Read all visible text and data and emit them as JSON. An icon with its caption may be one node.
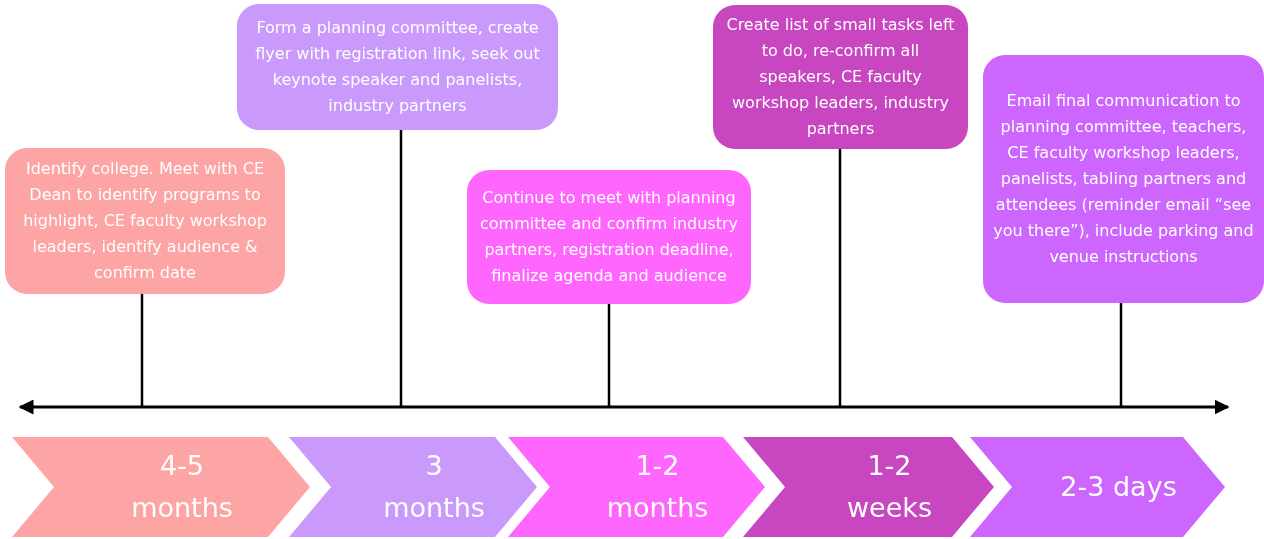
{
  "diagram": {
    "nodes": [
      {
        "text": [
          "Identify college. Meet with CE Dean to identify programs to highlight, CE faculty workshop leaders, identify audience & confirm date"
        ]
      },
      {
        "text": [
          "Form a planning committee, create flyer with registration link, seek out keynote speaker and panelists, industry partners"
        ]
      },
      {
        "text": [
          "Continue to meet with planning committee and confirm industry partners, registration deadline, finalize agenda and audience"
        ]
      },
      {
        "text": [
          "Create list of small tasks left to do, re-confirm all speakers, CE faculty workshop leaders, industry partners"
        ]
      },
      {
        "text": [
          "Email final communication to planning committee, teachers, CE faculty workshop leaders, panelists, tabling partners and attendees (reminder email “see you there”), include parking and venue instructions"
        ]
      },
      {
        "text": [
          "4-5 months"
        ]
      },
      {
        "text": [
          "3 months"
        ]
      },
      {
        "text": [
          "1-2 months"
        ]
      },
      {
        "text": [
          "1-2 weeks"
        ]
      },
      {
        "text": [
          "2-3 days"
        ]
      }
    ],
    "edges": [
      {
        "from": 0,
        "to": null,
        "arrow": "none"
      },
      {
        "from": 1,
        "to": null,
        "arrow": "none"
      },
      {
        "from": 2,
        "to": null,
        "arrow": "none"
      },
      {
        "from": 3,
        "to": null,
        "arrow": "none"
      },
      {
        "from": 4,
        "to": null,
        "arrow": "none"
      }
    ]
  }
}
